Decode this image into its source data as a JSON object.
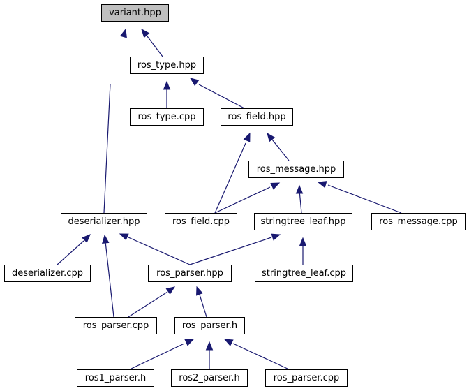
{
  "colors": {
    "edge": "#191970",
    "root_fill": "#bfbfbf",
    "node_fill": "#ffffff",
    "node_border": "#000000"
  },
  "nodes": {
    "variant_hpp": "variant.hpp",
    "ros_type_hpp": "ros_type.hpp",
    "ros_type_cpp": "ros_type.cpp",
    "ros_field_hpp": "ros_field.hpp",
    "ros_message_hpp": "ros_message.hpp",
    "deserializer_hpp": "deserializer.hpp",
    "ros_field_cpp": "ros_field.cpp",
    "stringtree_leaf_hpp": "stringtree_leaf.hpp",
    "ros_message_cpp": "ros_message.cpp",
    "deserializer_cpp": "deserializer.cpp",
    "ros_parser_hpp": "ros_parser.hpp",
    "stringtree_leaf_cpp": "stringtree_leaf.cpp",
    "ros_parser_cpp": "ros_parser.cpp",
    "ros_parser_h": "ros_parser.h",
    "ros1_parser_h": "ros1_parser.h",
    "ros2_parser_h": "ros2_parser.h",
    "ros_parser_cpp2": "ros_parser.cpp"
  },
  "edges": [
    [
      "ros_type_hpp",
      "variant_hpp"
    ],
    [
      "deserializer_hpp",
      "variant_hpp"
    ],
    [
      "ros_type_cpp",
      "ros_type_hpp"
    ],
    [
      "ros_field_hpp",
      "ros_type_hpp"
    ],
    [
      "ros_message_hpp",
      "ros_field_hpp"
    ],
    [
      "ros_field_cpp",
      "ros_field_hpp"
    ],
    [
      "ros_field_cpp",
      "ros_message_hpp"
    ],
    [
      "stringtree_leaf_hpp",
      "ros_message_hpp"
    ],
    [
      "ros_message_cpp",
      "ros_message_hpp"
    ],
    [
      "deserializer_cpp",
      "deserializer_hpp"
    ],
    [
      "ros_parser_cpp",
      "deserializer_hpp"
    ],
    [
      "ros_parser_hpp",
      "deserializer_hpp"
    ],
    [
      "ros_parser_hpp",
      "stringtree_leaf_hpp"
    ],
    [
      "stringtree_leaf_cpp",
      "stringtree_leaf_hpp"
    ],
    [
      "ros_parser_cpp",
      "ros_parser_hpp"
    ],
    [
      "ros_parser_h",
      "ros_parser_hpp"
    ],
    [
      "ros1_parser_h",
      "ros_parser_h"
    ],
    [
      "ros2_parser_h",
      "ros_parser_h"
    ],
    [
      "ros_parser_cpp2",
      "ros_parser_h"
    ]
  ]
}
